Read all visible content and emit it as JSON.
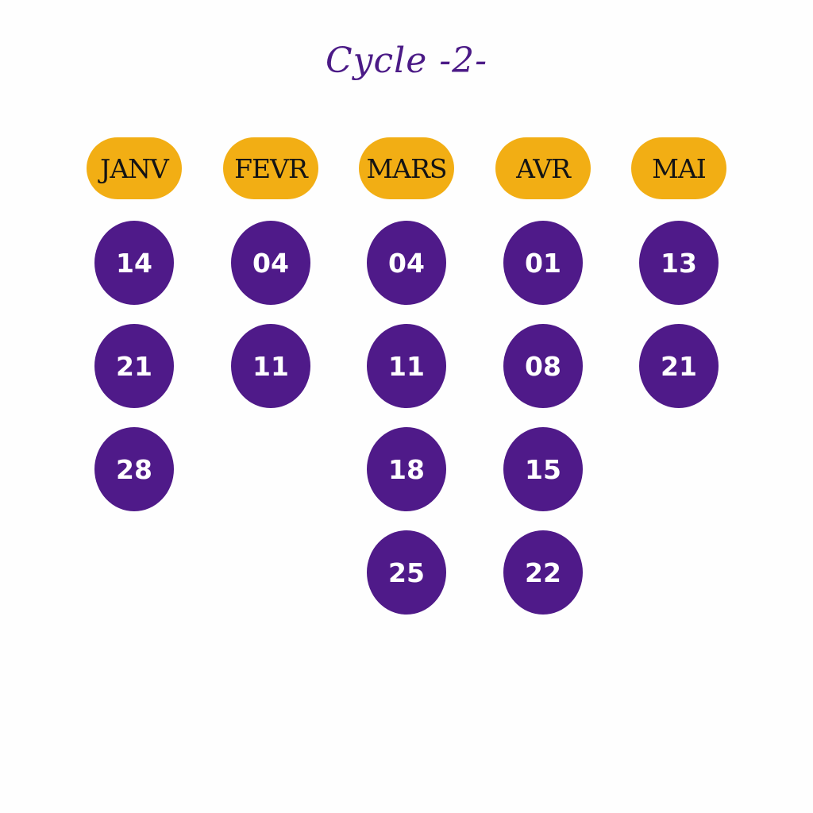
{
  "title": "Cycle -2-",
  "colors": {
    "title": "#4b1a86",
    "month_pill": "#f2ae14",
    "month_text": "#141414",
    "date_circle": "#4f1a89",
    "date_text": "#ffffff",
    "background": "#fefefe"
  },
  "months": [
    {
      "label": "JANV",
      "dates": [
        "14",
        "21",
        "28"
      ]
    },
    {
      "label": "FEVR",
      "dates": [
        "04",
        "11"
      ]
    },
    {
      "label": "MARS",
      "dates": [
        "04",
        "11",
        "18",
        "25"
      ]
    },
    {
      "label": "AVR",
      "dates": [
        "01",
        "08",
        "15",
        "22"
      ]
    },
    {
      "label": "MAI",
      "dates": [
        "13",
        "21"
      ]
    }
  ]
}
